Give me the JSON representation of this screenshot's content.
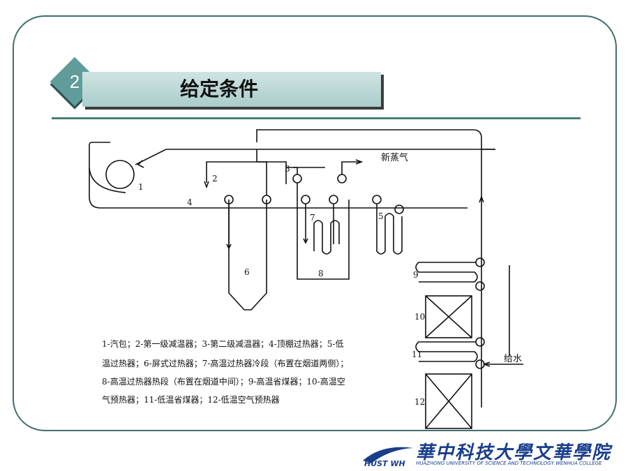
{
  "slide": {
    "number": "2",
    "title": "给定条件"
  },
  "diagram": {
    "labels": {
      "l1": "1",
      "l2": "2",
      "l3": "3",
      "l4": "4",
      "l5": "5",
      "l6": "6",
      "l7": "7",
      "l8": "8",
      "l9": "9",
      "l10": "10",
      "l11": "11",
      "l12": "12",
      "steam": "新蒸气",
      "feedwater": "给水"
    },
    "legend": [
      "1-汽包；2-第一级减温器；3-第二级减温器；4-顶棚过热器；5-低",
      "温过热器；6-屏式过热器；7-高温过热器冷段（布置在烟道两侧）；",
      "8-高温过热器热段（布置在烟道中间）；9-高温省煤器；10-高温空",
      "气预热器；11-低温省煤器；12-低温空气预热器"
    ]
  },
  "footer": {
    "logo_mark": "HUST WH",
    "college_cn": "華中科技大學文華學院",
    "college_en": "HUAZHONG UNIVERSITY OF SCIENCE AND TECHNOLOGY WENHUA COLLEGE"
  },
  "colors": {
    "frame": "#3f6e6d",
    "badge": "#5f9c9a",
    "title_bar": "#b8d8d6",
    "logo_blue": "#1a3e8c"
  }
}
